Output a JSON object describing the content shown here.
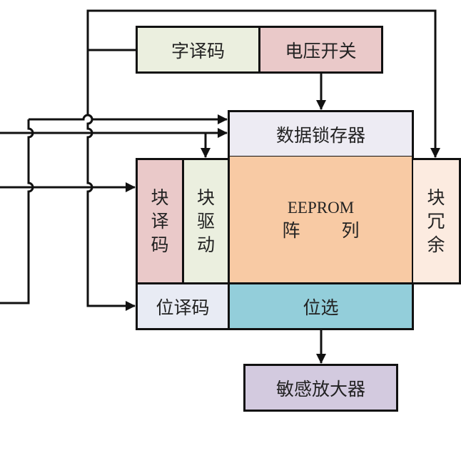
{
  "blocks": {
    "word_decoder": {
      "label": "字译码",
      "color": "#ebefdf"
    },
    "voltage_switch": {
      "label": "电压开关",
      "color": "#eac9c9"
    },
    "data_latch": {
      "label": "数据锁存器",
      "color": "#edebf3"
    },
    "block_decoder": {
      "chars": [
        "块",
        "译",
        "码"
      ],
      "color": "#eac9c9"
    },
    "block_driver": {
      "chars": [
        "块",
        "驱",
        "动"
      ],
      "color": "#ebefdf"
    },
    "eeprom_array": {
      "title": "EEPROM",
      "subtitle": "阵 列",
      "color": "#f8caa4"
    },
    "block_redundancy": {
      "chars": [
        "块",
        "冗",
        "余"
      ],
      "color": "#fcebe0"
    },
    "bit_decoder": {
      "label": "位译码",
      "color": "#e8ebf4"
    },
    "bit_select": {
      "label": "位选",
      "color": "#93ceda"
    },
    "sense_amplifier": {
      "label": "敏感放大器",
      "color": "#d3cadf"
    }
  },
  "connections": [
    {
      "from": "word_decoder",
      "to": "block_redundancy"
    },
    {
      "from": "word_decoder",
      "to": "bit_decoder"
    },
    {
      "from": "voltage_switch",
      "to": "data_latch"
    },
    {
      "from": "external-input-1",
      "to": "data_latch"
    },
    {
      "from": "external-input-2",
      "to": "data_latch"
    },
    {
      "from": "external-input-2",
      "to": "block_driver"
    },
    {
      "from": "external-input-3",
      "to": "block_decoder"
    },
    {
      "from": "bit_select",
      "to": "sense_amplifier"
    }
  ]
}
